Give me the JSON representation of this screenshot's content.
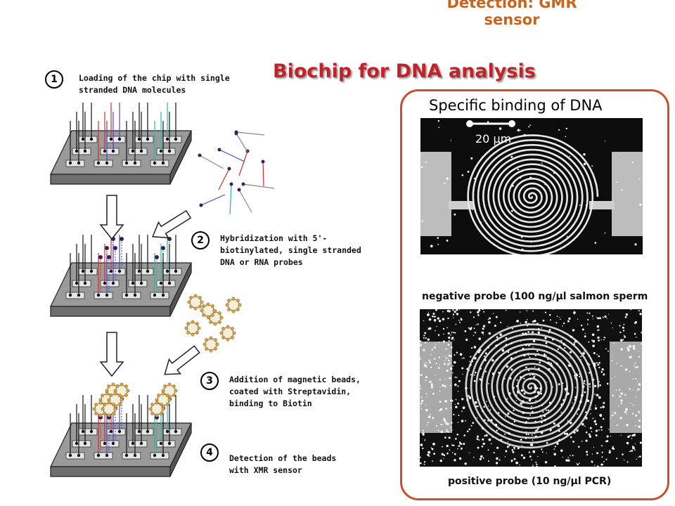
{
  "header": {
    "line1": "Detection: GMR",
    "line2": "sensor"
  },
  "title": "Biochip for DNA analysis",
  "steps": [
    {
      "num": "1",
      "text": "Loading of the chip with single\nstranded DNA molecules"
    },
    {
      "num": "2",
      "text": "Hybridization with 5'-\nbiotinylated, single stranded\nDNA or RNA probes"
    },
    {
      "num": "3",
      "text": "Addition of magnetic beads,\ncoated with Streptavidin,\nbinding to Biotin"
    },
    {
      "num": "4",
      "text": "Detection of the beads\nwith XMR sensor"
    }
  ],
  "panel": {
    "title": "Specific binding of DNA",
    "scale_label": "20 µm",
    "negative_caption": "negative probe (100 ng/µl salmon sperm",
    "positive_caption": "positive probe (10 ng/µl PCR)"
  },
  "colors": {
    "header": "#c8641e",
    "title": "#c1232a",
    "panel_border": "#c8502c",
    "strand_red": "#d92b2b",
    "strand_blue": "#4a4ac8",
    "strand_green": "#2bb89a",
    "bead_fill": "#f4eedd",
    "bead_dots": "#d6a040"
  }
}
